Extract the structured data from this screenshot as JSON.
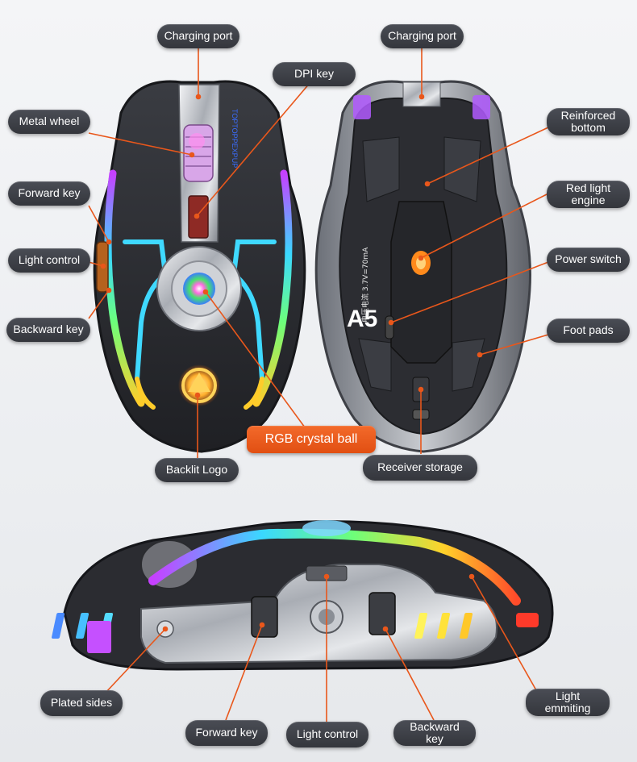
{
  "labels": {
    "charging_port_left": "Charging port",
    "charging_port_right": "Charging port",
    "dpi_key": "DPI key",
    "metal_wheel": "Metal wheel",
    "reinforced_bottom": "Reinforced\nbottom",
    "red_light_engine": "Red light\nengine",
    "forward_key_top": "Forward key",
    "light_control_top": "Light control",
    "power_switch": "Power switch",
    "backward_key_top": "Backward key",
    "foot_pads": "Foot pads",
    "rgb_crystal_ball": "RGB crystal ball",
    "backlit_logo": "Backlit Logo",
    "receiver_storage": "Receiver storage",
    "plated_sides": "Plated sides",
    "light_emitting": "Light\nemmiting",
    "forward_key_side": "Forward key",
    "light_control_side": "Light control",
    "backward_key_side": "Backward key"
  },
  "mouse_text": {
    "model": "A5",
    "bottom_spec": "电压电流 3.7V=70mA",
    "top_brand": "TOPTOPPEXPUP"
  },
  "colors": {
    "accent": "#e9571b",
    "label_bg": "#3c3f45",
    "leader_line": "#e9571b"
  }
}
